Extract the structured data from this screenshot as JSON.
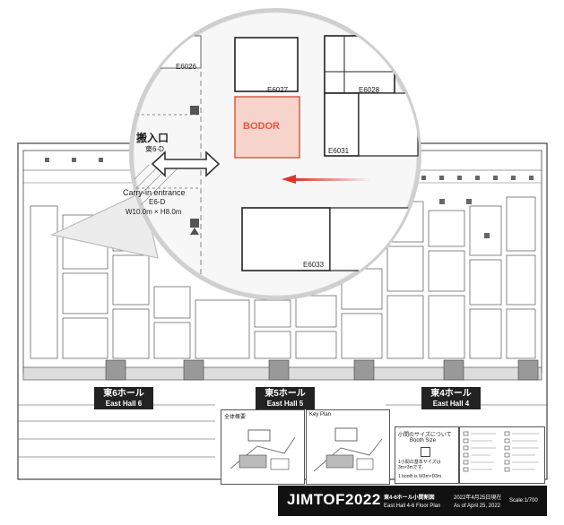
{
  "zoom": {
    "booth": "BODOR",
    "booth_codes": [
      "E6026",
      "E6027",
      "E6028",
      "E6031",
      "E6033"
    ],
    "entrance_jp": "搬入口",
    "entrance_jp_code": "東6-D",
    "entrance_en": "Carry-in entrance",
    "entrance_code": "E6-D",
    "entrance_size": "W10.0m × H8.0m"
  },
  "halls": [
    {
      "jp": "東6ホール",
      "en": "East Hall 6"
    },
    {
      "jp": "東5ホール",
      "en": "East Hall 5"
    },
    {
      "jp": "東4ホール",
      "en": "East Hall 4"
    }
  ],
  "legend": {
    "overall_map": "全体概要",
    "key_plan": "Key Plan",
    "booth_size_jp": "小間のサイズについて",
    "booth_size_en": "Booth Size",
    "booth_basic_jp": "1小間の基本サイズは 3m×3mです。",
    "booth_basic_en": "1 booth is W3m×D3m."
  },
  "title": {
    "brand": "JIMTOF2022",
    "plan_jp": "東4-6ホール小間割図",
    "plan_en": "East Hall 4-6 Floor Plan",
    "date_jp": "2022年4月25日現在",
    "date_en": "As of April 25, 2022",
    "scale": "Scale:1/700"
  },
  "colors": {
    "highlight_fill": "#f6d4cc",
    "highlight_stroke": "#e05a44",
    "highlight_text": "#e8553f",
    "arrow": "#d9362b",
    "title_bar": "#111111"
  }
}
